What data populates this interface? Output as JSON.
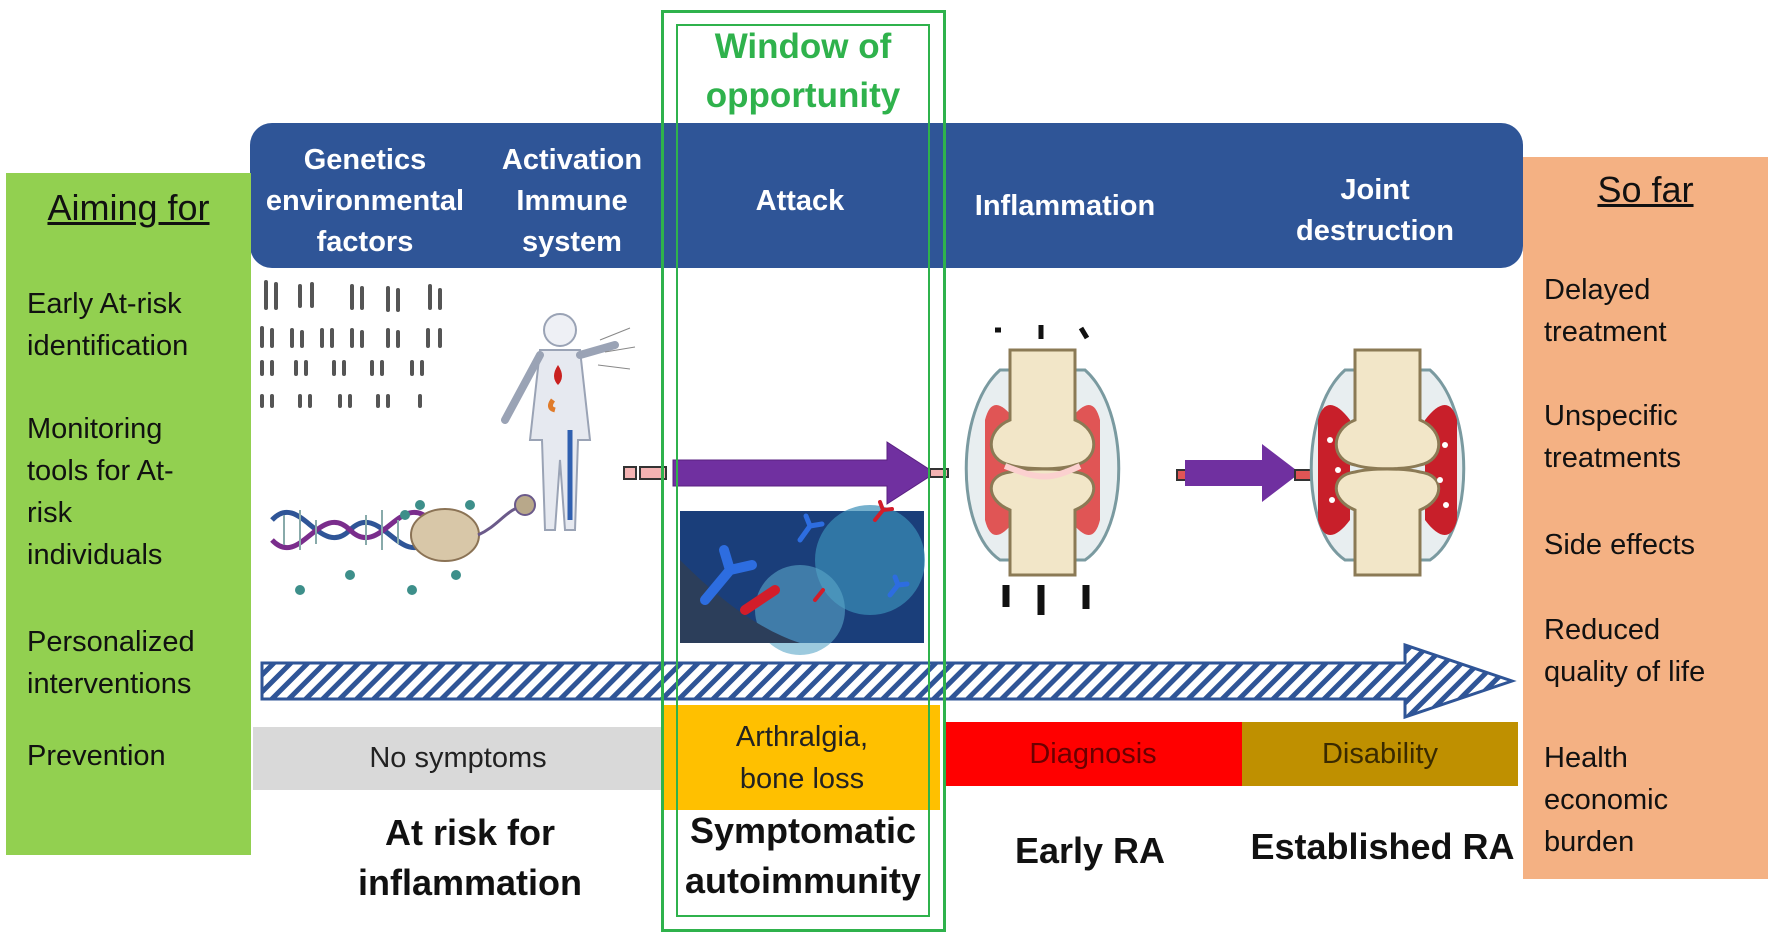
{
  "window": {
    "title_line1": "Window of",
    "title_line2": "opportunity"
  },
  "header": {
    "stages": [
      {
        "line1": "Genetics",
        "line2": "environmental",
        "line3": "factors"
      },
      {
        "line1": "Activation",
        "line2": "Immune",
        "line3": "system"
      },
      {
        "line1": "Attack"
      },
      {
        "line1": "Inflammation"
      },
      {
        "line1": "Joint",
        "line2": "destruction"
      }
    ]
  },
  "left_panel": {
    "title": "Aiming for",
    "items": [
      {
        "line1": "Early At-risk",
        "line2": "identification"
      },
      {
        "line1": "Monitoring",
        "line2": "tools for At-",
        "line3": "risk",
        "line4": "individuals"
      },
      {
        "line1": "Personalized",
        "line2": "interventions"
      },
      {
        "line1": "Prevention"
      }
    ]
  },
  "right_panel": {
    "title": "So far",
    "items": [
      {
        "line1": "Delayed",
        "line2": "treatment"
      },
      {
        "line1": "Unspecific",
        "line2": "treatments"
      },
      {
        "line1": "Side effects"
      },
      {
        "line1": "Reduced",
        "line2": "quality of life"
      },
      {
        "line1": "Health",
        "line2": "economic",
        "line3": "burden"
      }
    ]
  },
  "symptom_bars": {
    "no_symptoms": "No symptoms",
    "arthralgia_line1": "Arthralgia,",
    "arthralgia_line2": "bone loss",
    "diagnosis": "Diagnosis",
    "disability": "Disability"
  },
  "phases": {
    "at_risk_line1": "At risk for",
    "at_risk_line2": "inflammation",
    "symptomatic_line1": "Symptomatic",
    "symptomatic_line2": "autoimmunity",
    "early_ra": "Early RA",
    "established_ra": "Established RA"
  },
  "colors": {
    "header_band": "#2f5597",
    "left_panel": "#92d050",
    "right_panel": "#f4b183",
    "window_border": "#2fb24c",
    "progress_arrow": "#7030a0",
    "timeline_stripe": "#2f5597",
    "no_symptoms_bar": "#d9d9d9",
    "arthralgia_bar": "#ffc000",
    "diagnosis_bar": "#ff0000",
    "disability_bar": "#bf9000"
  },
  "icons": {
    "chromosomes": "chromosome-karyotype-icon",
    "dna": "dna-helix-icon",
    "immune_body": "human-immune-system-icon",
    "antibodies": "antibody-attack-icon",
    "early_joint": "inflamed-joint-icon",
    "destroyed_joint": "destroyed-joint-icon"
  }
}
